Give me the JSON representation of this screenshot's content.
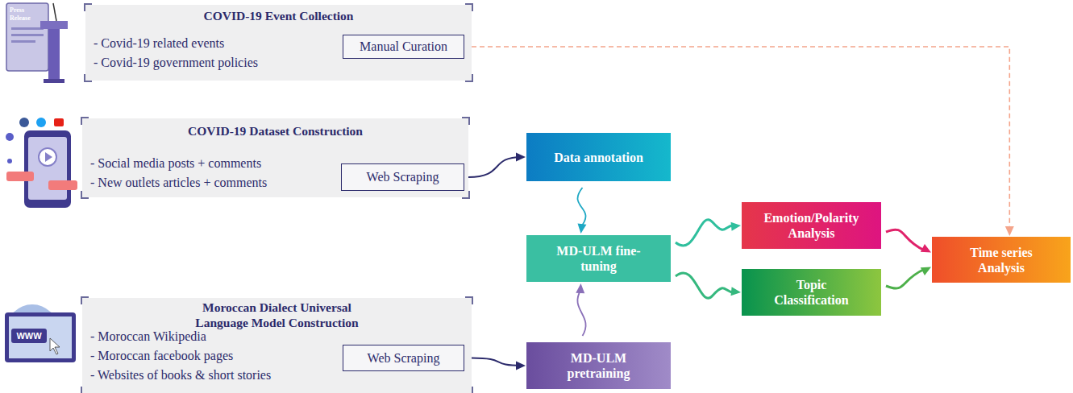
{
  "diagram": {
    "nodes": [
      {
        "text": [
          "COVID-19 Event Collection",
          "- Covid-19 related events",
          "- Covid-19 government policies"
        ]
      },
      {
        "text": [
          "Manual Curation"
        ],
        "in": 0
      },
      {
        "text": [
          "COVID-19 Dataset Construction",
          "- Social media posts + comments",
          "- New outlets articles + comments"
        ]
      },
      {
        "text": [
          "Web Scraping"
        ],
        "in": 2
      },
      {
        "text": [
          "Moroccan Dialect Universal Language Model Construction",
          "- Moroccan Wikipedia",
          "- Moroccan facebook pages",
          "- Websites of books & short stories"
        ]
      },
      {
        "text": [
          "Web Scraping"
        ],
        "in": 4
      },
      {
        "text": [
          "Data annotation"
        ]
      },
      {
        "text": [
          "MD-ULM fine-tuning"
        ]
      },
      {
        "text": [
          "MD-ULM pretraining"
        ]
      },
      {
        "text": [
          "Emotion/Polarity Analysis"
        ]
      },
      {
        "text": [
          "Topic Classification"
        ]
      },
      {
        "text": [
          "Time series Analysis"
        ]
      }
    ],
    "edges": [
      {
        "from": 0,
        "to": 11,
        "arrow": "to"
      },
      {
        "from": 2,
        "to": 6,
        "arrow": "to"
      },
      {
        "from": 4,
        "to": 8,
        "arrow": "to"
      },
      {
        "from": 6,
        "to": 7,
        "arrow": "to"
      },
      {
        "from": 8,
        "to": 7,
        "arrow": "to"
      },
      {
        "from": 7,
        "to": 9,
        "arrow": "to"
      },
      {
        "from": 7,
        "to": 10,
        "arrow": "to"
      },
      {
        "from": 9,
        "to": 11,
        "arrow": "to"
      },
      {
        "from": 10,
        "to": 11,
        "arrow": "to"
      }
    ],
    "labels": [
      "Press Release",
      "WWW"
    ]
  }
}
